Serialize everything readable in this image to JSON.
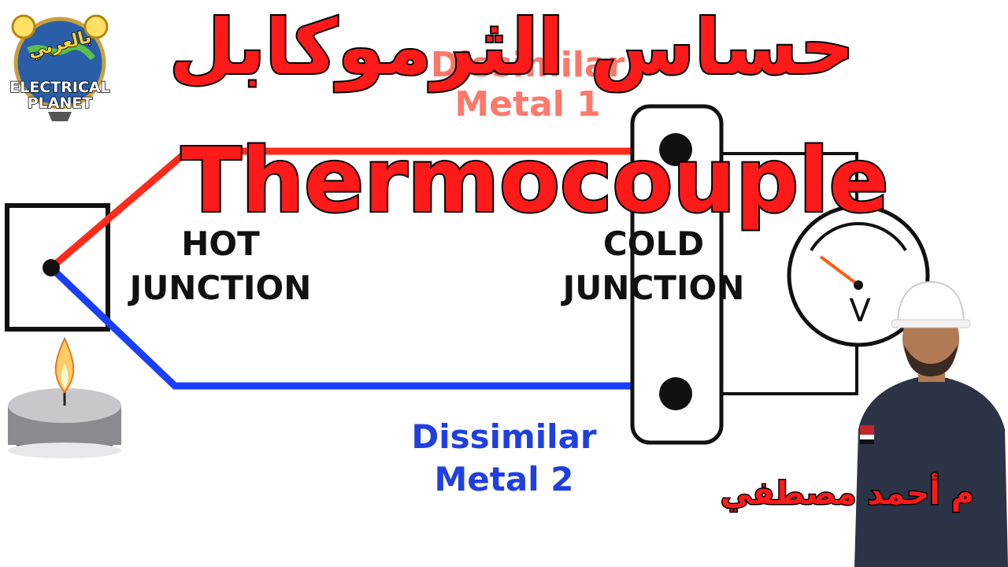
{
  "title_arabic": "حساس الثرموكابل",
  "title_english": "Thermocouple",
  "diagram": {
    "hot_junction_label_line1": "HOT",
    "hot_junction_label_line2": "JUNCTION",
    "cold_junction_label_line1": "COLD",
    "cold_junction_label_line2": "JUNCTION",
    "metal1_label_line1": "Dissimilar",
    "metal1_label_line2": "Metal 1",
    "metal2_label_line1": "Dissimilar",
    "metal2_label_line2": "Metal 2",
    "voltmeter_symbol": "V",
    "colors": {
      "metal1": "#ff2a1a",
      "metal2": "#1a3fff",
      "outline": "#111111"
    }
  },
  "logo": {
    "line1": "بالعربي",
    "line2": "ELECTRICAL",
    "line3": "PLANET"
  },
  "presenter_name": "م أحمد مصطفي"
}
